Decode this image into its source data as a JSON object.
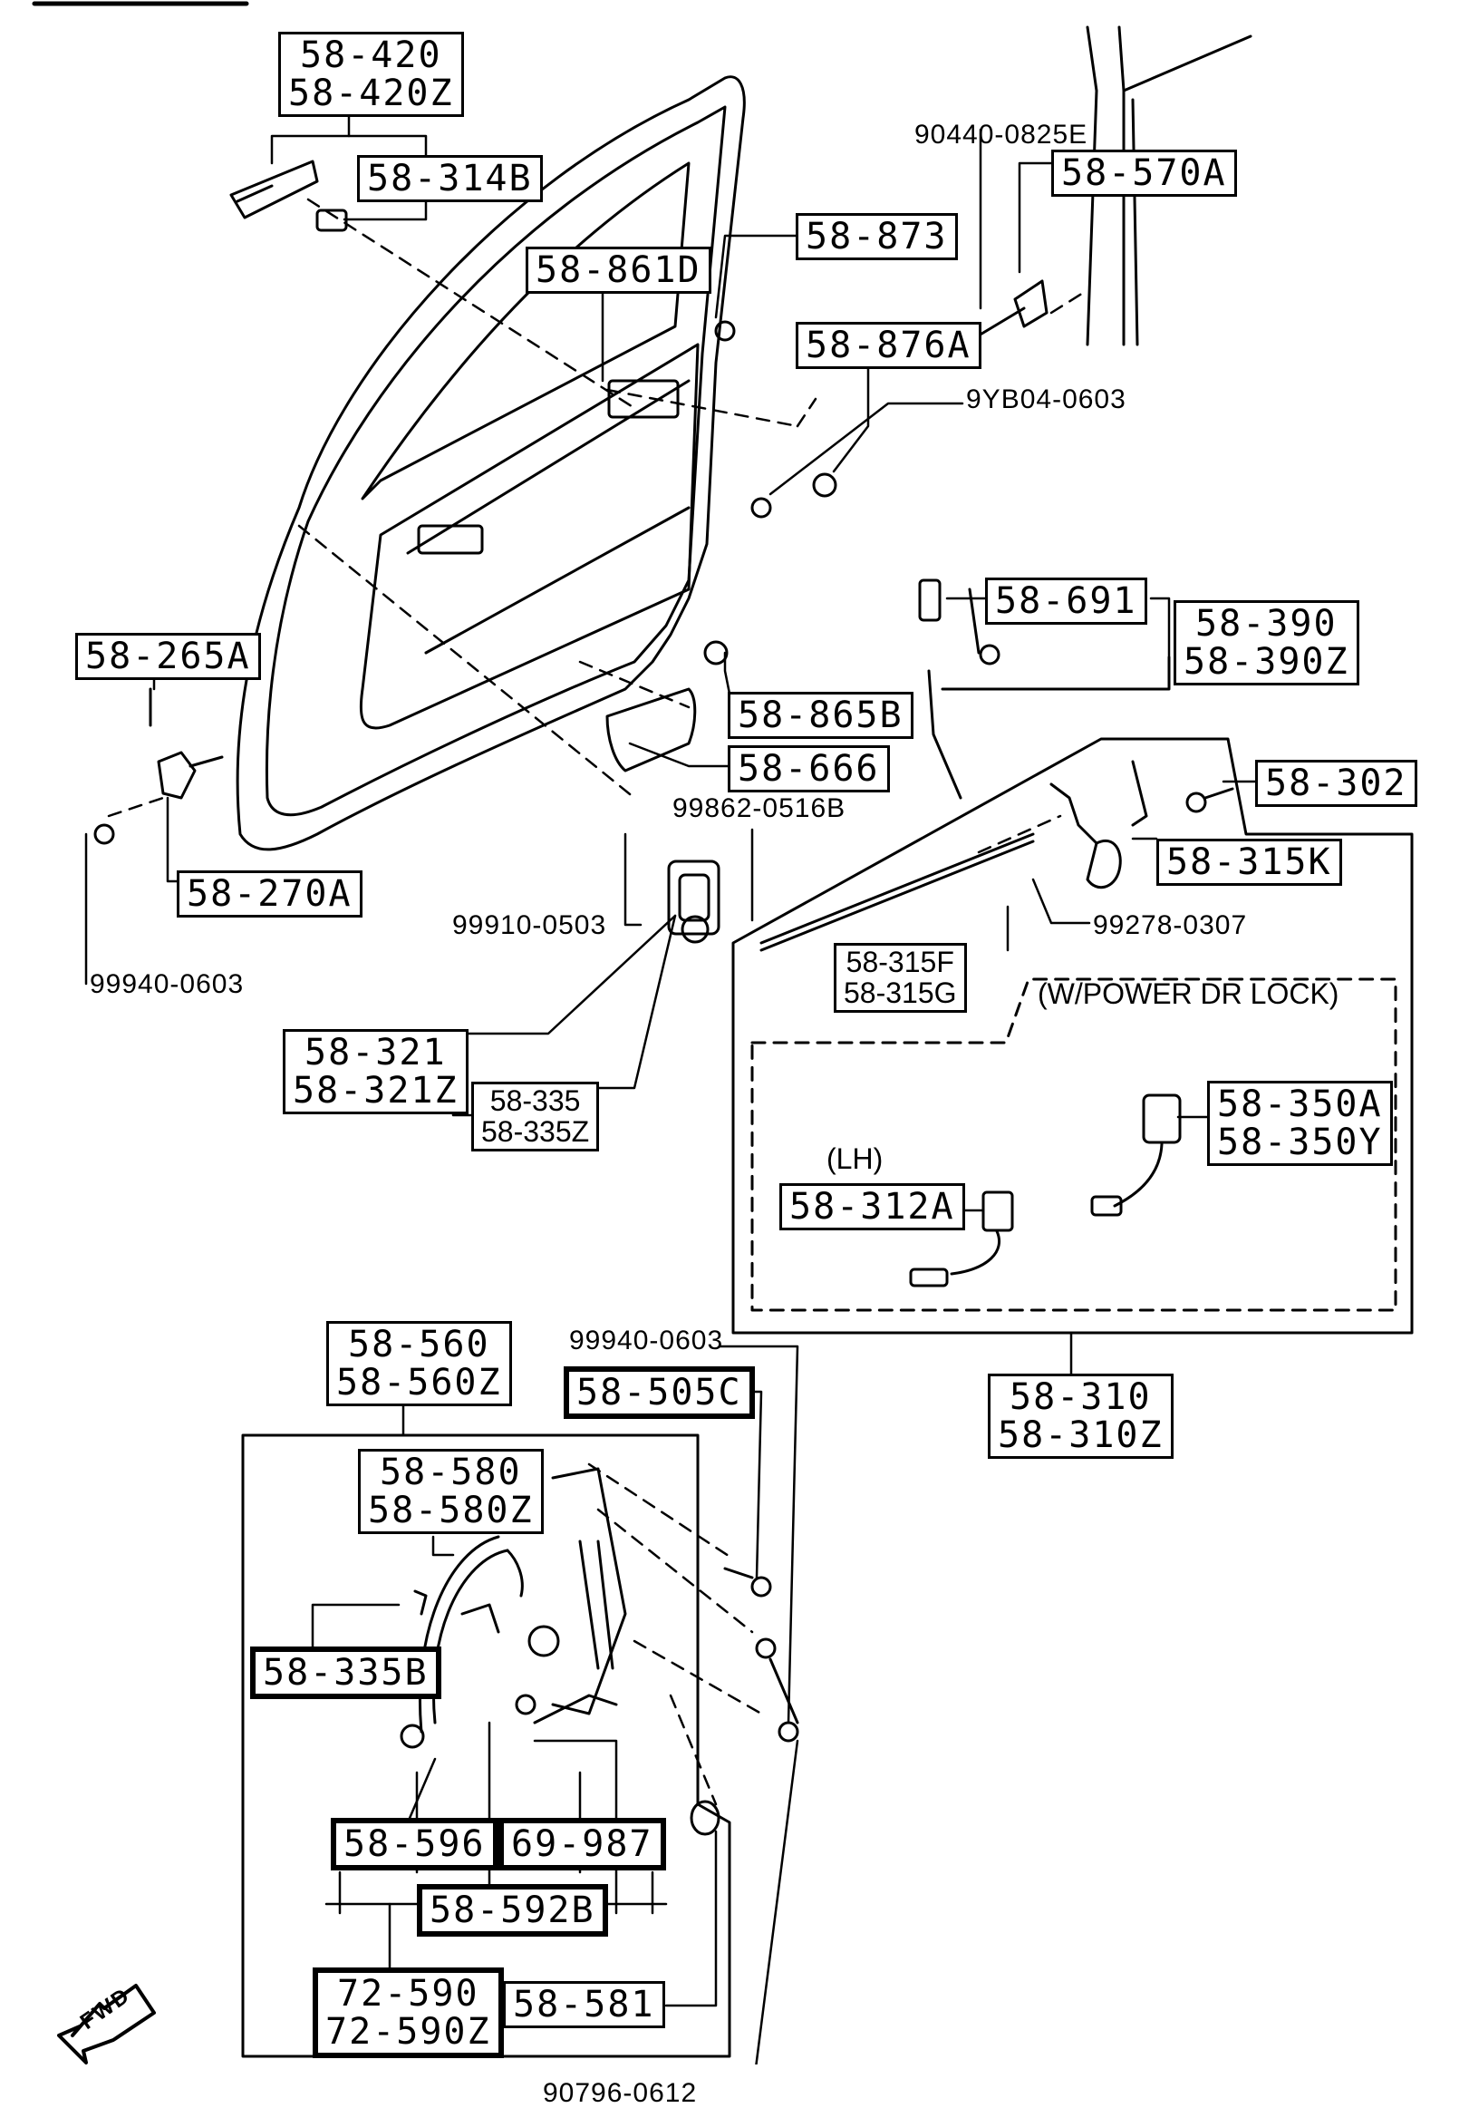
{
  "parts": {
    "p58_420": [
      "58-420",
      "58-420Z"
    ],
    "p58_314b": "58-314B",
    "p58_861d": "58-861D",
    "p58_873": "58-873",
    "p58_876a": "58-876A",
    "p90440": "90440-0825E",
    "p58_570a": "58-570A",
    "p9yb04": "9YB04-0603",
    "p58_691": "58-691",
    "p58_390": [
      "58-390",
      "58-390Z"
    ],
    "p58_265a": "58-265A",
    "p58_865b": "58-865B",
    "p58_666": "58-666",
    "p58_302": "58-302",
    "p99862": "99862-0516B",
    "p58_315k": "58-315K",
    "p58_270a": "58-270A",
    "p99910": "99910-0503",
    "p99278": "99278-0307",
    "p58_315f": [
      "58-315F",
      "58-315G"
    ],
    "p99940a": "99940-0603",
    "p58_321": [
      "58-321",
      "58-321Z"
    ],
    "p58_335": [
      "58-335",
      "58-335Z"
    ],
    "p58_350a": [
      "58-350A",
      "58-350Y"
    ],
    "p58_312a": "58-312A",
    "p58_560": [
      "58-560",
      "58-560Z"
    ],
    "p99940b": "99940-0603",
    "p58_505c": "58-505C",
    "p58_310": [
      "58-310",
      "58-310Z"
    ],
    "p58_580": [
      "58-580",
      "58-580Z"
    ],
    "p58_335b": "58-335B",
    "p58_596": "58-596",
    "p69_987": "69-987",
    "p58_592b": "58-592B",
    "p72_590": [
      "72-590",
      "72-590Z"
    ],
    "p58_581": "58-581",
    "p90796": "90796-0612"
  },
  "notes": {
    "power_lock": "(W/POWER DR LOCK)",
    "lh": "(LH)",
    "fwd": "FWD"
  }
}
